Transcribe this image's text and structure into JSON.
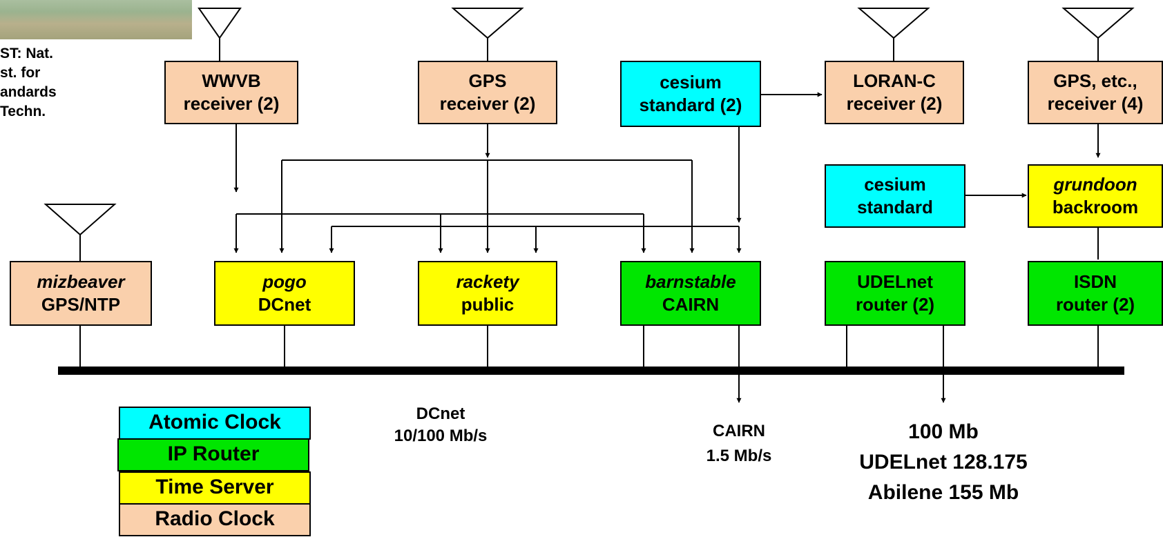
{
  "photo": {
    "caption": [
      "ST: Nat.",
      "st. for",
      "andards",
      "Techn."
    ]
  },
  "nodes": {
    "wwvb": {
      "line1": "WWVB",
      "line2": "receiver (2)"
    },
    "gps": {
      "line1": "GPS",
      "line2": "receiver (2)"
    },
    "cesium1": {
      "line1": "cesium",
      "line2": "standard (2)"
    },
    "loran": {
      "line1": "LORAN-C",
      "line2": "receiver (2)"
    },
    "gpsetc": {
      "line1": "GPS, etc.,",
      "line2": "receiver (4)"
    },
    "cesium2": {
      "line1": "cesium",
      "line2": "standard"
    },
    "grundoon": {
      "line1": "grundoon",
      "line2": "backroom"
    },
    "mizbeaver": {
      "line1": "mizbeaver",
      "line2": "GPS/NTP"
    },
    "pogo": {
      "line1": "pogo",
      "line2": "DCnet"
    },
    "rackety": {
      "line1": "rackety",
      "line2": "public"
    },
    "barnstable": {
      "line1": "barnstable",
      "line2": "CAIRN"
    },
    "udelnet": {
      "line1": "UDELnet",
      "line2": "router (2)"
    },
    "isdn": {
      "line1": "ISDN",
      "line2": "router (2)"
    }
  },
  "legend": {
    "atomic": "Atomic Clock",
    "router": "IP Router",
    "server": "Time Server",
    "radio": "Radio Clock"
  },
  "labels": {
    "dcnet": [
      "DCnet",
      "10/100 Mb/s"
    ],
    "cairn": [
      "CAIRN",
      "1.5 Mb/s"
    ],
    "udel": [
      "100 Mb",
      "UDELnet 128.175",
      "Abilene 155 Mb"
    ]
  },
  "colors": {
    "radio_clock": "#fad0ac",
    "atomic_clock": "#00ffff",
    "ip_router": "#00e600",
    "time_server": "#ffff00"
  }
}
